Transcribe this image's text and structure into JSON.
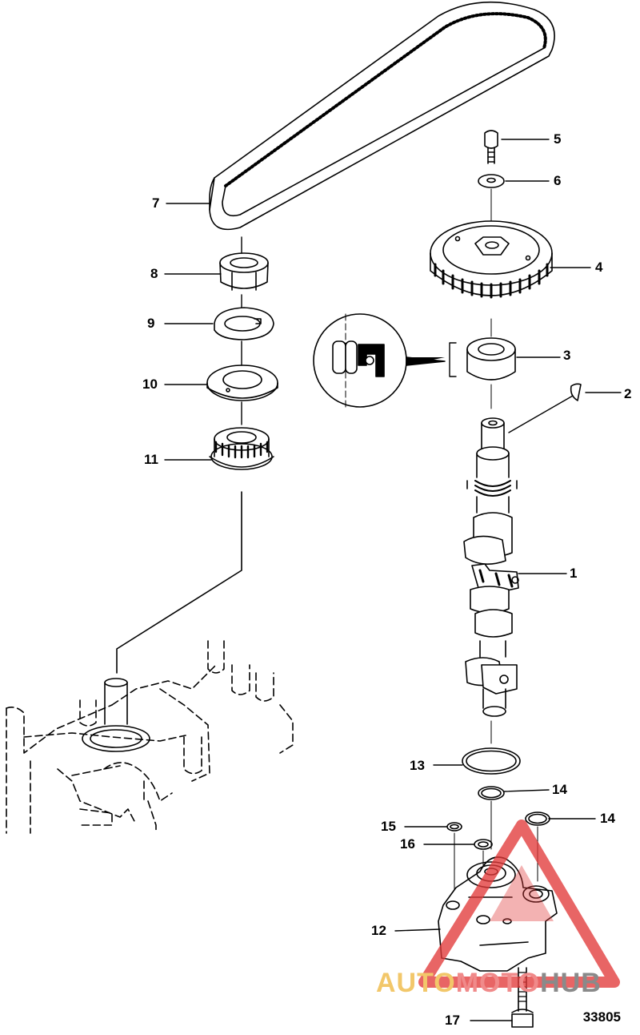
{
  "callouts": [
    {
      "id": "1",
      "label": "1"
    },
    {
      "id": "2",
      "label": "2"
    },
    {
      "id": "3",
      "label": "3"
    },
    {
      "id": "4",
      "label": "4"
    },
    {
      "id": "5",
      "label": "5"
    },
    {
      "id": "6",
      "label": "6"
    },
    {
      "id": "7",
      "label": "7"
    },
    {
      "id": "8",
      "label": "8"
    },
    {
      "id": "9",
      "label": "9"
    },
    {
      "id": "10",
      "label": "10"
    },
    {
      "id": "11",
      "label": "11"
    },
    {
      "id": "12",
      "label": "12"
    },
    {
      "id": "13",
      "label": "13"
    },
    {
      "id": "14a",
      "label": "14"
    },
    {
      "id": "14b",
      "label": "14"
    },
    {
      "id": "15",
      "label": "15"
    },
    {
      "id": "16",
      "label": "16"
    },
    {
      "id": "17",
      "label": "17"
    }
  ],
  "figure_ref": "33805",
  "watermark": {
    "part1": "AUTO",
    "part2": "MOTO",
    "part3": "HUB",
    "colors": {
      "part1": "#f2c76a",
      "part2": "#f08a8a",
      "part3": "#8a8a8a",
      "triangle": "#e23a3a"
    }
  },
  "line_color": "#000000"
}
